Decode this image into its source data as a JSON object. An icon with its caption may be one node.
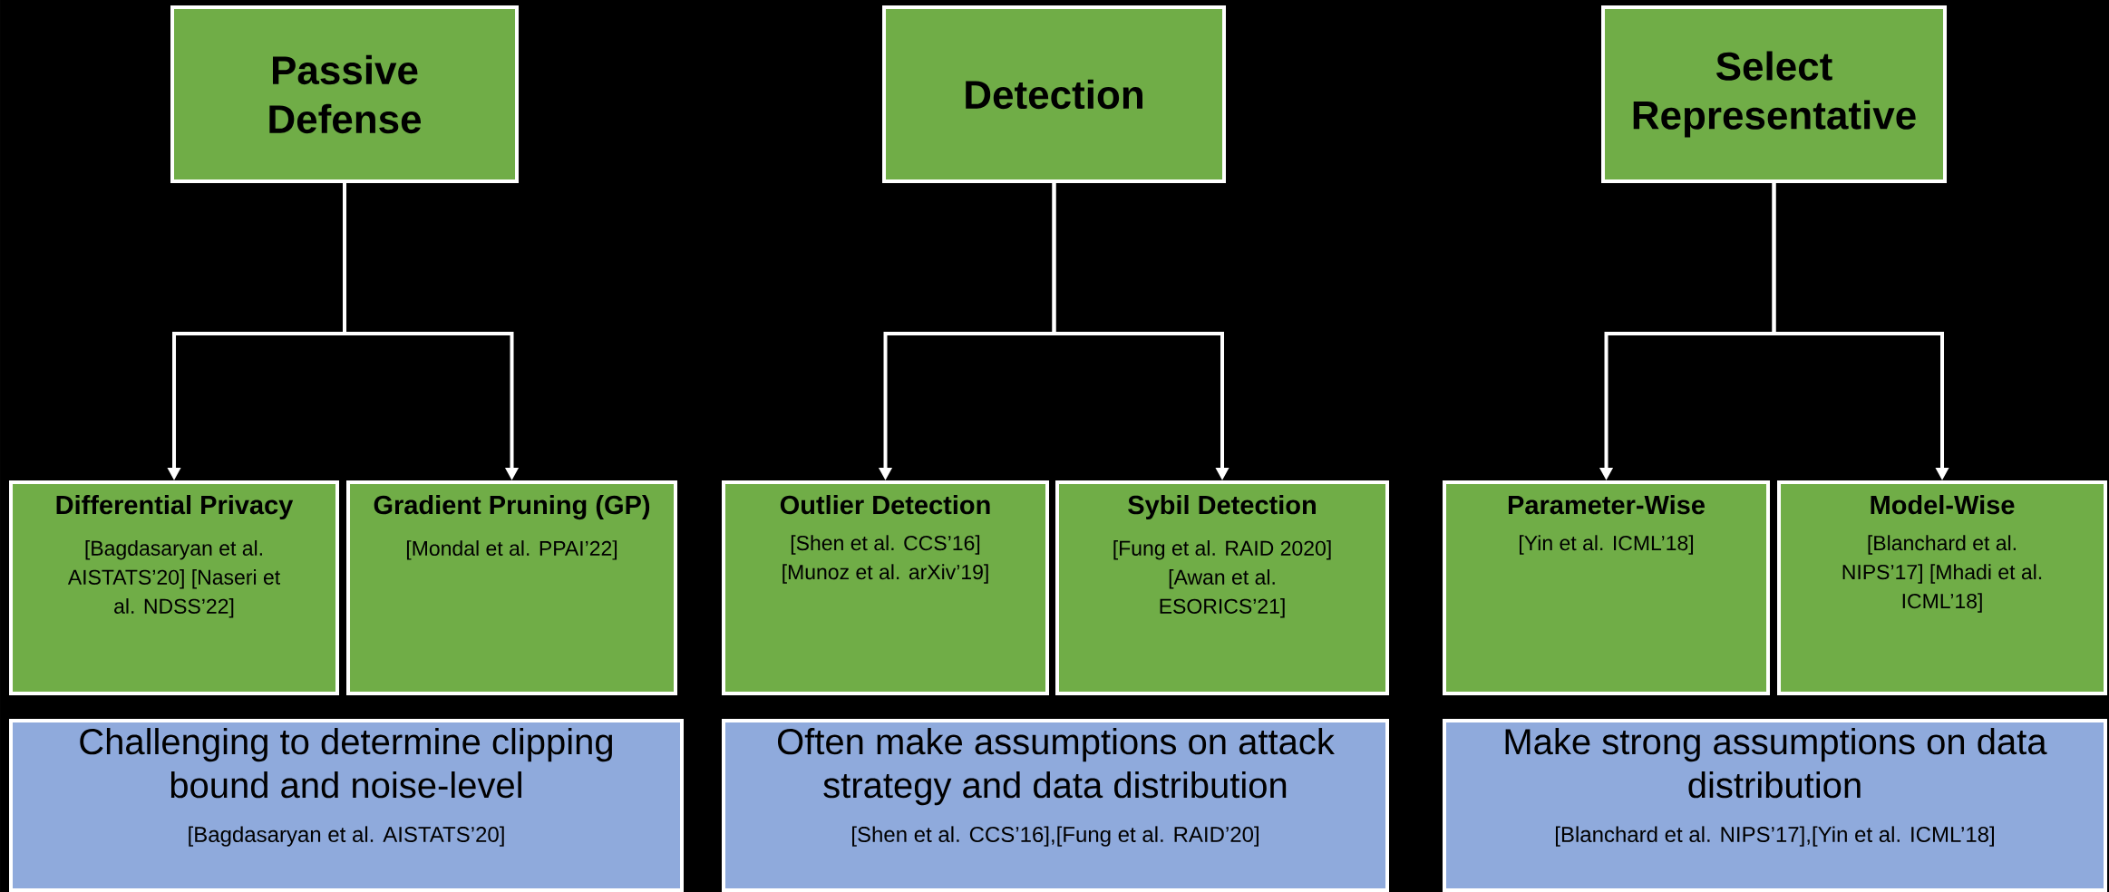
{
  "diagram": {
    "nodes": [
      {
        "text": [
          "Passive Defense"
        ]
      },
      {
        "text": [
          "Detection"
        ]
      },
      {
        "text": [
          "Select Representative"
        ]
      },
      {
        "text": [
          "Differential Privacy",
          "[Bagdasaryan et al. AISTATS’20] [Naseri et al. NDSS’22]"
        ]
      },
      {
        "text": [
          "Gradient Pruning (GP)",
          "[Mondal  et al. PPAI’22]"
        ]
      },
      {
        "text": [
          "Outlier Detection",
          "[Shen et al. CCS’16] [Munoz et al. arXiv’19]"
        ]
      },
      {
        "text": [
          "Sybil Detection",
          "[Fung et al. RAID 2020] [Awan et al. ESORICS’21]"
        ]
      },
      {
        "text": [
          "Parameter-Wise",
          "[Yin et al. ICML’18]"
        ]
      },
      {
        "text": [
          "Model-Wise",
          "[Blanchard et al. NIPS’17] [Mhadi et al. ICML’18]"
        ]
      },
      {
        "text": [
          "Challenging to determine clipping bound and noise-level",
          "[Bagdasaryan et al. AISTATS’20]"
        ]
      },
      {
        "text": [
          "Often make assumptions on attack strategy and data distribution",
          "[Shen et al. CCS’16],[Fung et al. RAID’20]"
        ]
      },
      {
        "text": [
          "Make strong assumptions on data distribution",
          "[Blanchard et al. NIPS’17],[Yin et al. ICML’18]"
        ]
      }
    ],
    "edges": [
      {
        "from": 0,
        "to": 3,
        "arrow": "to"
      },
      {
        "from": 0,
        "to": 4,
        "arrow": "to"
      },
      {
        "from": 1,
        "to": 5,
        "arrow": "to"
      },
      {
        "from": 1,
        "to": 6,
        "arrow": "to"
      },
      {
        "from": 2,
        "to": 7,
        "arrow": "to"
      },
      {
        "from": 2,
        "to": 8,
        "arrow": "to"
      }
    ]
  }
}
